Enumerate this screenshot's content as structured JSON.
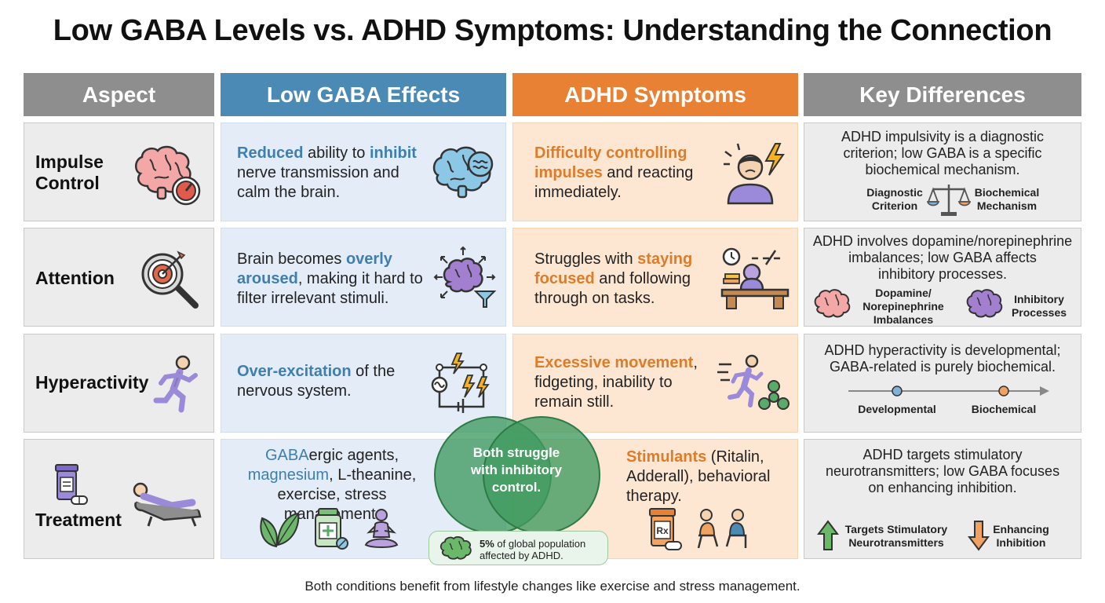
{
  "title": "Low GABA Levels vs. ADHD Symptoms: Understanding the Connection",
  "headers": {
    "aspect": "Aspect",
    "gaba": "Low GABA Effects",
    "adhd": "ADHD Symptoms",
    "key": "Key Differences"
  },
  "rows": [
    {
      "aspect_lines": [
        "Impulse",
        "Control"
      ],
      "gaba": [
        [
          {
            "t": "Reduced",
            "s": "b"
          },
          {
            "t": " ability to "
          },
          {
            "t": "inhibit",
            "s": "b"
          }
        ],
        [
          {
            "t": "nerve transmission and"
          }
        ],
        [
          {
            "t": "calm the brain."
          }
        ]
      ],
      "adhd": [
        [
          {
            "t": "Difficulty controlling",
            "s": "o"
          }
        ],
        [
          {
            "t": "impulses",
            "s": "o"
          },
          {
            "t": " and reacting"
          }
        ],
        [
          {
            "t": "immediately."
          }
        ]
      ],
      "key_lines": [
        "ADHD impulsivity is a diagnostic",
        "criterion; low GABA is a specific",
        "biochemical mechanism."
      ],
      "key_labels": {
        "left": [
          "Diagnostic",
          "Criterion"
        ],
        "right": [
          "Biochemical",
          "Mechanism"
        ]
      }
    },
    {
      "aspect_lines": [
        "Attention"
      ],
      "gaba": [
        [
          {
            "t": "Brain becomes "
          },
          {
            "t": "overly",
            "s": "b"
          }
        ],
        [
          {
            "t": "aroused",
            "s": "b"
          },
          {
            "t": ", making it hard to"
          }
        ],
        [
          {
            "t": "filter irrelevant stimuli."
          }
        ]
      ],
      "adhd": [
        [
          {
            "t": "Struggles with "
          },
          {
            "t": "staying",
            "s": "o"
          }
        ],
        [
          {
            "t": "focused",
            "s": "o"
          },
          {
            "t": " and following"
          }
        ],
        [
          {
            "t": "through on tasks."
          }
        ]
      ],
      "key_lines": [
        "ADHD involves dopamine/norepinephrine",
        "imbalances; low GABA affects",
        "inhibitory processes."
      ],
      "key_labels": {
        "left": [
          "Dopamine/",
          "Norepinephrine",
          "Imbalances"
        ],
        "right": [
          "Inhibitory",
          "Processes"
        ]
      }
    },
    {
      "aspect_lines": [
        "Hyperactivity"
      ],
      "gaba": [
        [
          {
            "t": "Over-excitation",
            "s": "b"
          },
          {
            "t": " of the"
          }
        ],
        [
          {
            "t": "nervous system."
          }
        ]
      ],
      "adhd": [
        [
          {
            "t": "Excessive movement",
            "s": "o"
          },
          {
            "t": ","
          }
        ],
        [
          {
            "t": "fidgeting, inability to"
          }
        ],
        [
          {
            "t": "remain still."
          }
        ]
      ],
      "key_lines": [
        "ADHD hyperactivity is developmental;",
        "GABA-related is purely biochemical."
      ],
      "key_labels": {
        "left": [
          "Developmental"
        ],
        "right": [
          "Biochemical"
        ]
      }
    },
    {
      "aspect_lines": [
        "Treatment"
      ],
      "gaba": [
        [
          {
            "t": "GABA",
            "s": "b2"
          },
          {
            "t": "ergic agents,"
          }
        ],
        [
          {
            "t": "magnesium",
            "s": "b2"
          },
          {
            "t": ", L-theanine,"
          }
        ],
        [
          {
            "t": "exercise, stress management."
          }
        ]
      ],
      "adhd": [
        [
          {
            "t": "Stimulants",
            "s": "o"
          },
          {
            "t": " (Ritalin,"
          }
        ],
        [
          {
            "t": "Adderall), behavioral"
          }
        ],
        [
          {
            "t": "therapy."
          }
        ]
      ],
      "key_lines": [
        "ADHD targets stimulatory",
        "neurotransmitters; low GABA focuses",
        "on enhancing inhibition."
      ],
      "key_labels": {
        "left": [
          "Targets Stimulatory",
          "Neurotransmitters"
        ],
        "right": [
          "Enhancing",
          "Inhibition"
        ]
      }
    }
  ],
  "venn_lines": [
    "Both struggle",
    "with inhibitory",
    "control."
  ],
  "stat": {
    "bold": "5%",
    "rest": " of global population",
    "line2": "affected by ADHD."
  },
  "footer": "Both conditions benefit from lifestyle changes like exercise and stress management.",
  "colors": {
    "gaba_accent": "#3d7fb0",
    "adhd_accent": "#e07b28",
    "venn_green": "#3f9a5f",
    "header_gray": "#8e8e8e",
    "header_blue": "#4b8ab5",
    "header_orange": "#e88134"
  }
}
